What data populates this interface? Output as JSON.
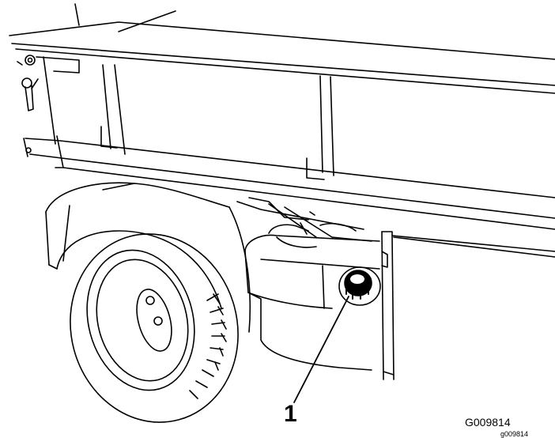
{
  "callout": {
    "label": "1",
    "part": "fuel tank cap"
  },
  "figure_code": "G009814",
  "figure_code_small": "g009814"
}
